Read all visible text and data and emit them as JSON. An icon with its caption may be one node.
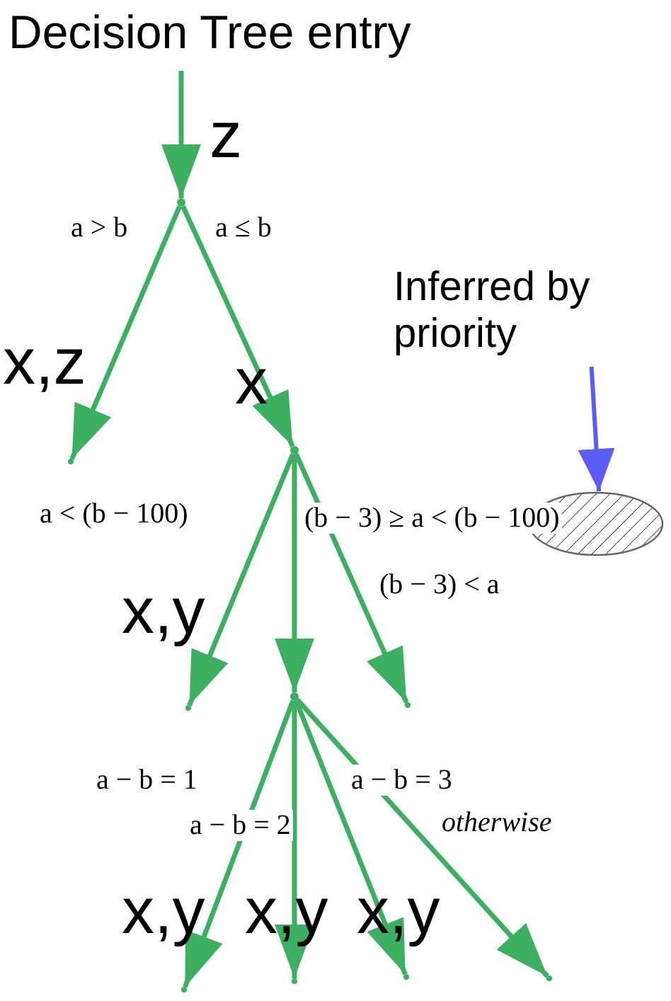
{
  "diagram": {
    "title": "Decision Tree entry",
    "nodes": [
      {
        "text": [],
        "shape": "dot",
        "beside": [
          "z"
        ]
      },
      {
        "text": [],
        "shape": "dot",
        "beside": [
          "x,z"
        ]
      },
      {
        "text": [],
        "shape": "dot",
        "beside": [
          "x"
        ]
      },
      {
        "text": [],
        "shape": "dot",
        "beside": [
          "x,y"
        ]
      },
      {
        "text": [],
        "shape": "dot"
      },
      {
        "text": [],
        "shape": "dot"
      },
      {
        "text": [],
        "shape": "dot",
        "beside": [
          "x,y"
        ]
      },
      {
        "text": [],
        "shape": "dot",
        "beside": [
          "x,y"
        ]
      },
      {
        "text": [],
        "shape": "dot",
        "beside": [
          "x,y"
        ]
      },
      {
        "text": [],
        "shape": "dot"
      },
      {
        "text": [
          "Inferred by priority"
        ]
      },
      {
        "text": [],
        "shape": "ellipse"
      }
    ],
    "edges": [
      {
        "from": null,
        "to": 0,
        "arrow": "to"
      },
      {
        "from": 0,
        "to": 1,
        "arrow": "to",
        "label": "a > b"
      },
      {
        "from": 0,
        "to": 2,
        "arrow": "to",
        "label": "a ≤ b"
      },
      {
        "from": 2,
        "to": 3,
        "arrow": "to",
        "label": "a < (b − 100)"
      },
      {
        "from": 2,
        "to": 4,
        "arrow": "to",
        "label": "(b − 3) ≥ a < (b − 100)"
      },
      {
        "from": 2,
        "to": 5,
        "arrow": "to",
        "label": "(b − 3) < a"
      },
      {
        "from": 4,
        "to": 6,
        "arrow": "to",
        "label": "a − b = 1"
      },
      {
        "from": 4,
        "to": 7,
        "arrow": "to",
        "label": "a − b = 2"
      },
      {
        "from": 4,
        "to": 8,
        "arrow": "to",
        "label": "a − b = 3"
      },
      {
        "from": 4,
        "to": 9,
        "arrow": "to",
        "label": "*otherwise*"
      },
      {
        "from": 10,
        "to": 11,
        "arrow": "to",
        "color": "#5b5bf5"
      }
    ]
  }
}
